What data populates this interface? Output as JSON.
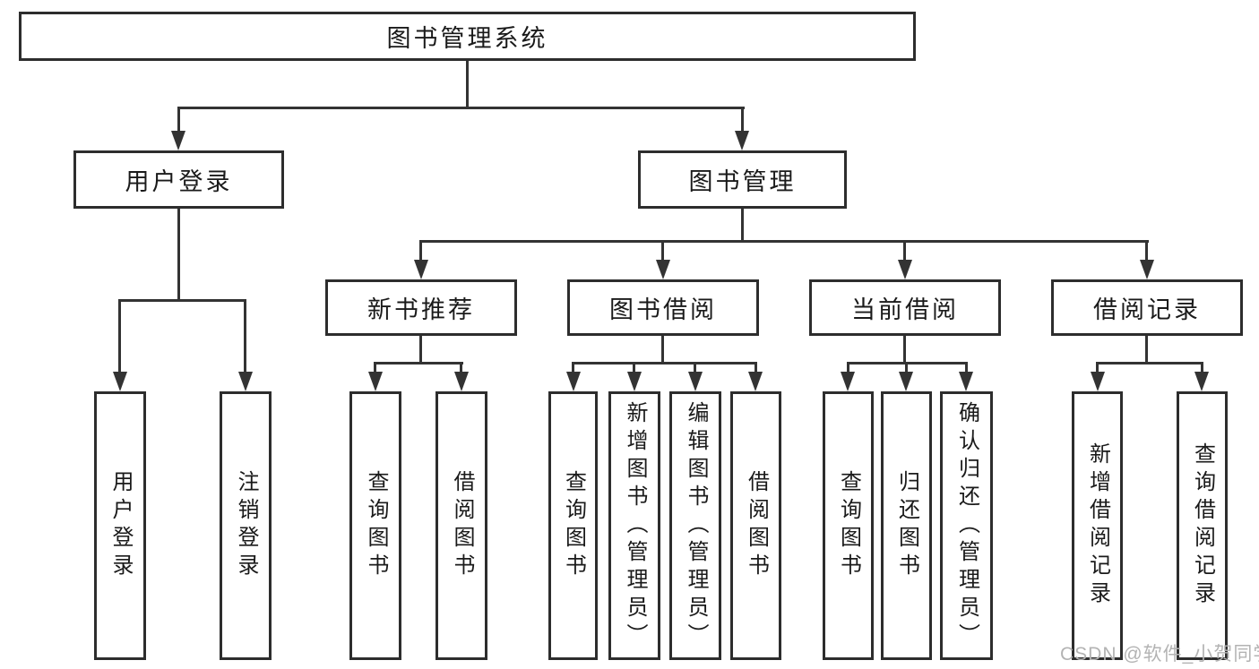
{
  "diagram": {
    "root": "图书管理系统",
    "branches": [
      {
        "label": "用户登录",
        "leaves": [
          "用户登录",
          "注销登录"
        ]
      },
      {
        "label": "图书管理",
        "sections": [
          {
            "label": "新书推荐",
            "leaves": [
              "查询图书",
              "借阅图书"
            ]
          },
          {
            "label": "图书借阅",
            "leaves": [
              "查询图书",
              "新增图书（管理员）",
              "编辑图书（管理员）",
              "借阅图书"
            ]
          },
          {
            "label": "当前借阅",
            "leaves": [
              "查询图书",
              "归还图书",
              "确认归还（管理员）"
            ]
          },
          {
            "label": "借阅记录",
            "leaves": [
              "新增借阅记录",
              "查询借阅记录"
            ]
          }
        ]
      }
    ]
  },
  "watermark": "CSDN @软件_小贺同学",
  "colors": {
    "line": "#333333",
    "box_border": "#2d2d2d",
    "text": "#1a1a1a",
    "background": "#ffffff",
    "watermark": "#b3b3b3"
  }
}
